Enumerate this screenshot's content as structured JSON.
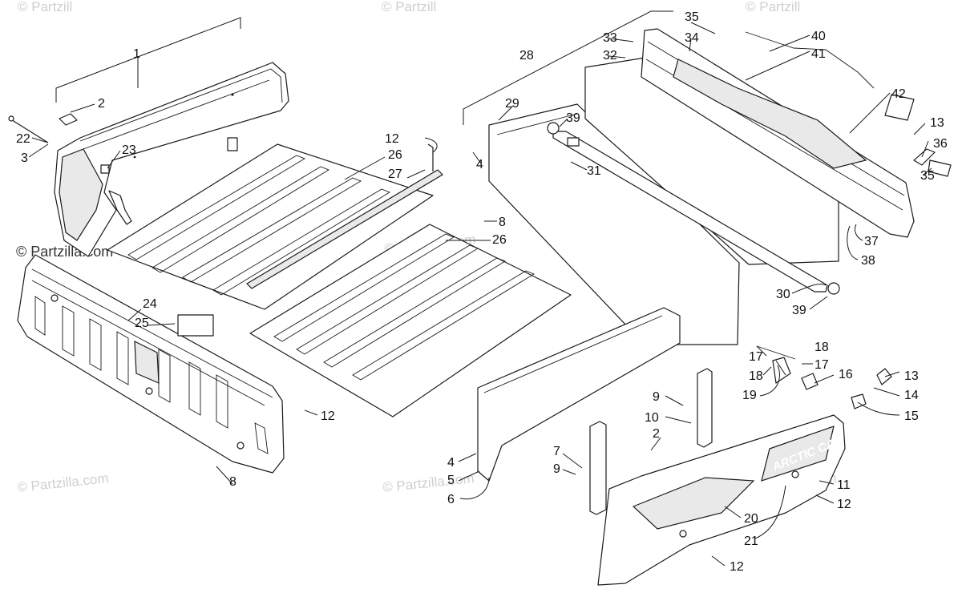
{
  "watermark": {
    "text": "© Partzilla.com",
    "partial_text": "© Partzill"
  },
  "brand_label": "ARCTIC CAT",
  "callouts": [
    {
      "id": "c1",
      "label": "1"
    },
    {
      "id": "c2a",
      "label": "2"
    },
    {
      "id": "c22",
      "label": "22"
    },
    {
      "id": "c3",
      "label": "3"
    },
    {
      "id": "c23",
      "label": "23"
    },
    {
      "id": "c12a",
      "label": "12"
    },
    {
      "id": "c26a",
      "label": "26"
    },
    {
      "id": "c27",
      "label": "27"
    },
    {
      "id": "c8a",
      "label": "8"
    },
    {
      "id": "c26b",
      "label": "26"
    },
    {
      "id": "c24",
      "label": "24"
    },
    {
      "id": "c25",
      "label": "25"
    },
    {
      "id": "c12b",
      "label": "12"
    },
    {
      "id": "c8b",
      "label": "8"
    },
    {
      "id": "c28",
      "label": "28"
    },
    {
      "id": "c29",
      "label": "29"
    },
    {
      "id": "c4a",
      "label": "4"
    },
    {
      "id": "c39a",
      "label": "39"
    },
    {
      "id": "c31",
      "label": "31"
    },
    {
      "id": "c33",
      "label": "33"
    },
    {
      "id": "c32",
      "label": "32"
    },
    {
      "id": "c35a",
      "label": "35"
    },
    {
      "id": "c34",
      "label": "34"
    },
    {
      "id": "c40",
      "label": "40"
    },
    {
      "id": "c41",
      "label": "41"
    },
    {
      "id": "c42",
      "label": "42"
    },
    {
      "id": "c13a",
      "label": "13"
    },
    {
      "id": "c36",
      "label": "36"
    },
    {
      "id": "c35b",
      "label": "35"
    },
    {
      "id": "c37",
      "label": "37"
    },
    {
      "id": "c38",
      "label": "38"
    },
    {
      "id": "c30",
      "label": "30"
    },
    {
      "id": "c39b",
      "label": "39"
    },
    {
      "id": "c17a",
      "label": "17"
    },
    {
      "id": "c18a",
      "label": "18"
    },
    {
      "id": "c18b",
      "label": "18"
    },
    {
      "id": "c17b",
      "label": "17"
    },
    {
      "id": "c16",
      "label": "16"
    },
    {
      "id": "c19",
      "label": "19"
    },
    {
      "id": "c13b",
      "label": "13"
    },
    {
      "id": "c14",
      "label": "14"
    },
    {
      "id": "c15",
      "label": "15"
    },
    {
      "id": "c9a",
      "label": "9"
    },
    {
      "id": "c10",
      "label": "10"
    },
    {
      "id": "c2b",
      "label": "2"
    },
    {
      "id": "c7",
      "label": "7"
    },
    {
      "id": "c9b",
      "label": "9"
    },
    {
      "id": "c4b",
      "label": "4"
    },
    {
      "id": "c5",
      "label": "5"
    },
    {
      "id": "c6",
      "label": "6"
    },
    {
      "id": "c11",
      "label": "11"
    },
    {
      "id": "c12c",
      "label": "12"
    },
    {
      "id": "c20",
      "label": "20"
    },
    {
      "id": "c21",
      "label": "21"
    },
    {
      "id": "c12d",
      "label": "12"
    }
  ]
}
